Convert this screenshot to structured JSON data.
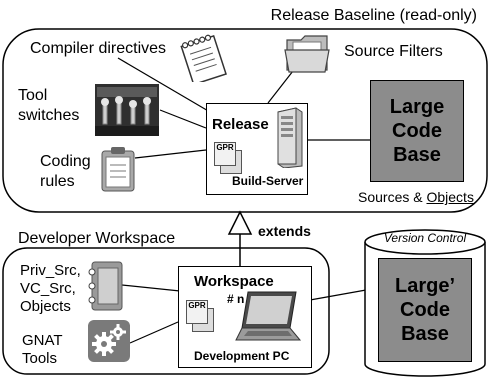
{
  "release_region": {
    "title": "Release Baseline (read-only)",
    "labels": {
      "compiler_directives": "Compiler directives",
      "source_filters": "Source Filters",
      "tool_switches": "Tool\nswitches",
      "coding_rules": "Coding\nrules",
      "sources_objects_prefix": "Sources & ",
      "sources_objects_link": "Objects"
    },
    "release_box": {
      "title": "Release",
      "server_label": "Build-Server",
      "file_badge": "GPR"
    },
    "code_base": "Large\nCode\nBase"
  },
  "relation": {
    "label": "extends"
  },
  "developer_region": {
    "title": "Developer Workspace",
    "labels": {
      "sources": "Priv_Src,\nVC_Src,\nObjects",
      "gnat_tools": "GNAT\nTools"
    },
    "workspace_box": {
      "title": "Workspace",
      "count": "# n",
      "pc_label": "Development PC",
      "file_badge": "GPR"
    }
  },
  "version_control": {
    "label": "Version Control",
    "code_base": "Large’\nCode\nBase"
  },
  "colors": {
    "code_base_fill": "#8c8c8c",
    "line": "#000000"
  }
}
